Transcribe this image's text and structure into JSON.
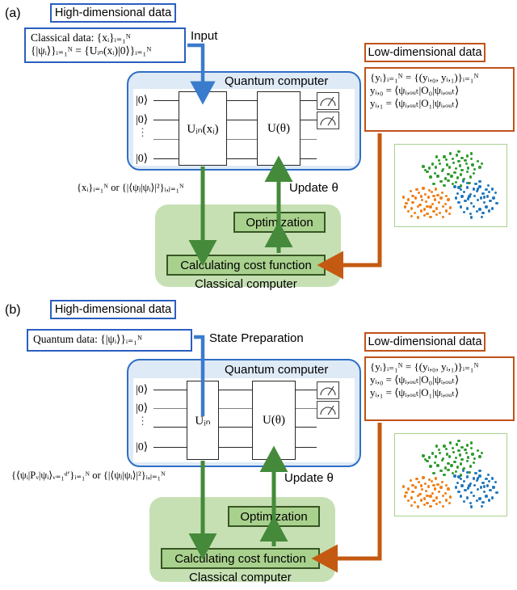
{
  "colors": {
    "blue_outline": "#2a5fbf",
    "blue_panel_fill": "#dfeaf7",
    "blue_arrow": "#3a7ccc",
    "orange_outline": "#c0531a",
    "orange_arrow": "#c45a11",
    "green_dark": "#375623",
    "green_box": "#a9d18e",
    "green_panel": "#c6e0b4",
    "green_arrow": "#448a3a",
    "cluster_green": "#2e9b2e",
    "cluster_orange": "#f07f16",
    "cluster_blue": "#2277bb",
    "wire": "#262626"
  },
  "panels": [
    {
      "tag": "(a)",
      "high_dim_label": "High-dimensional data",
      "data_box_line1": "Classical data: {xᵢ}ᵢ₌₁ᴺ",
      "data_box_line2": "{|ψᵢ⟩}ᵢ₌₁ᴺ = {Uᵢₙ(xᵢ)|0⟩}ᵢ₌₁ᴺ",
      "input_label": "Input",
      "quantum_title": "Quantum computer",
      "gate_in": "Uᵢₙ(xᵢ)",
      "gate_var": "U(θ)",
      "kets": [
        "|0⟩",
        "|0⟩",
        "|0⟩"
      ],
      "feedback_formula": "{xᵢ}ᵢ₌₁ᴺ or {|⟨ψⱼ|ψᵢ⟩|²}ᵢ,ⱼ₌₁ᴺ",
      "update_label": "Update θ",
      "optimization_label": "Optimization",
      "cost_label": "Calculating cost function",
      "classical_title": "Classical computer",
      "low_dim_label": "Low-dimensional data",
      "out_line1": "{yᵢ}ᵢ₌₁ᴺ = {(yᵢ,₀, yᵢ,₁)}ᵢ₌₁ᴺ",
      "out_line2": "yᵢ,₀ = ⟨ψᵢ,ₒᵤₜ|O₀|ψᵢ,ₒᵤₜ⟩",
      "out_line3": "yᵢ,₁ = ⟨ψᵢ,ₒᵤₜ|O₁|ψᵢ,ₒᵤₜ⟩"
    },
    {
      "tag": "(b)",
      "high_dim_label": "High-dimensional data",
      "data_box_line1": "Quantum data: {|ψᵢ⟩}ᵢ₌₁ᴺ",
      "data_box_line2": "",
      "input_label": "State Preparation",
      "quantum_title": "Quantum computer",
      "gate_in": "Uᵢₙ",
      "gate_var": "U(θ)",
      "kets": [
        "|0⟩",
        "|0⟩",
        "|0⟩"
      ],
      "feedback_formula": "{⟨ψᵢ|Pᵥ|ψᵢ⟩ᵥ₌₁ᵈ′}ᵢ₌₁ᴺ or {|⟨ψⱼ|ψᵢ⟩|²}ᵢ,ⱼ₌₁ᴺ",
      "update_label": "Update θ",
      "optimization_label": "Optimization",
      "cost_label": "Calculating cost function",
      "classical_title": "Classical computer",
      "low_dim_label": "Low-dimensional data",
      "out_line1": "{yᵢ}ᵢ₌₁ᴺ = {(yᵢ,₀, yᵢ,₁)}ᵢ₌₁ᴺ",
      "out_line2": "yᵢ,₀ = ⟨ψᵢ,ₒᵤₜ|O₀|ψᵢ,ₒᵤₜ⟩",
      "out_line3": "yᵢ,₁ = ⟨ψᵢ,ₒᵤₜ|O₁|ψᵢ,ₒᵤₜ⟩"
    }
  ],
  "chart_data": {
    "type": "scatter",
    "title": "",
    "xlabel": "",
    "ylabel": "",
    "grid": false,
    "legend": "none",
    "xlim": [
      0,
      100
    ],
    "ylim": [
      0,
      100
    ],
    "series": [
      {
        "name": "cluster-green",
        "color": "#2e9b2e",
        "points": [
          [
            44,
            88
          ],
          [
            50,
            92
          ],
          [
            56,
            90
          ],
          [
            61,
            86
          ],
          [
            66,
            89
          ],
          [
            39,
            83
          ],
          [
            46,
            84
          ],
          [
            52,
            85
          ],
          [
            58,
            82
          ],
          [
            64,
            83
          ],
          [
            70,
            85
          ],
          [
            33,
            78
          ],
          [
            40,
            79
          ],
          [
            47,
            77
          ],
          [
            53,
            80
          ],
          [
            59,
            76
          ],
          [
            65,
            79
          ],
          [
            71,
            77
          ],
          [
            76,
            82
          ],
          [
            30,
            73
          ],
          [
            36,
            74
          ],
          [
            43,
            71
          ],
          [
            49,
            74
          ],
          [
            55,
            72
          ],
          [
            61,
            70
          ],
          [
            67,
            73
          ],
          [
            73,
            71
          ],
          [
            28,
            68
          ],
          [
            35,
            66
          ],
          [
            42,
            69
          ],
          [
            48,
            65
          ],
          [
            54,
            67
          ],
          [
            60,
            64
          ],
          [
            66,
            68
          ],
          [
            72,
            66
          ],
          [
            31,
            61
          ],
          [
            38,
            62
          ],
          [
            45,
            59
          ],
          [
            51,
            62
          ],
          [
            57,
            60
          ],
          [
            63,
            58
          ],
          [
            69,
            61
          ],
          [
            41,
            55
          ],
          [
            48,
            56
          ],
          [
            55,
            54
          ],
          [
            62,
            57
          ],
          [
            34,
            52
          ],
          [
            44,
            50
          ],
          [
            52,
            52
          ],
          [
            60,
            49
          ],
          [
            68,
            53
          ],
          [
            26,
            70
          ],
          [
            24,
            75
          ],
          [
            78,
            74
          ],
          [
            80,
            79
          ],
          [
            37,
            88
          ],
          [
            70,
            92
          ],
          [
            58,
            95
          ]
        ]
      },
      {
        "name": "cluster-orange",
        "color": "#f07f16",
        "points": [
          [
            14,
            36
          ],
          [
            20,
            40
          ],
          [
            26,
            38
          ],
          [
            32,
            41
          ],
          [
            38,
            37
          ],
          [
            10,
            31
          ],
          [
            17,
            33
          ],
          [
            23,
            30
          ],
          [
            29,
            34
          ],
          [
            35,
            31
          ],
          [
            41,
            33
          ],
          [
            8,
            26
          ],
          [
            14,
            27
          ],
          [
            21,
            24
          ],
          [
            27,
            28
          ],
          [
            33,
            25
          ],
          [
            39,
            27
          ],
          [
            45,
            25
          ],
          [
            7,
            21
          ],
          [
            13,
            19
          ],
          [
            19,
            22
          ],
          [
            25,
            18
          ],
          [
            31,
            21
          ],
          [
            37,
            19
          ],
          [
            43,
            22
          ],
          [
            10,
            15
          ],
          [
            16,
            13
          ],
          [
            22,
            16
          ],
          [
            28,
            12
          ],
          [
            34,
            15
          ],
          [
            40,
            13
          ],
          [
            46,
            16
          ],
          [
            13,
            9
          ],
          [
            19,
            7
          ],
          [
            25,
            10
          ],
          [
            31,
            8
          ],
          [
            37,
            11
          ],
          [
            43,
            8
          ],
          [
            49,
            12
          ],
          [
            18,
            44
          ],
          [
            24,
            46
          ],
          [
            30,
            43
          ],
          [
            12,
            42
          ],
          [
            36,
            45
          ],
          [
            48,
            31
          ],
          [
            50,
            20
          ],
          [
            5,
            34
          ],
          [
            42,
            40
          ],
          [
            46,
            36
          ],
          [
            22,
            35
          ],
          [
            28,
            22
          ],
          [
            34,
            36
          ]
        ]
      },
      {
        "name": "cluster-blue",
        "color": "#2277bb",
        "points": [
          [
            60,
            44
          ],
          [
            66,
            47
          ],
          [
            72,
            45
          ],
          [
            78,
            48
          ],
          [
            84,
            44
          ],
          [
            57,
            39
          ],
          [
            63,
            41
          ],
          [
            69,
            38
          ],
          [
            75,
            42
          ],
          [
            81,
            39
          ],
          [
            87,
            41
          ],
          [
            55,
            33
          ],
          [
            61,
            35
          ],
          [
            67,
            32
          ],
          [
            73,
            36
          ],
          [
            79,
            33
          ],
          [
            85,
            35
          ],
          [
            91,
            33
          ],
          [
            58,
            27
          ],
          [
            64,
            29
          ],
          [
            70,
            26
          ],
          [
            76,
            30
          ],
          [
            82,
            27
          ],
          [
            88,
            29
          ],
          [
            60,
            21
          ],
          [
            66,
            19
          ],
          [
            72,
            22
          ],
          [
            78,
            18
          ],
          [
            84,
            21
          ],
          [
            90,
            19
          ],
          [
            63,
            14
          ],
          [
            69,
            12
          ],
          [
            75,
            15
          ],
          [
            81,
            13
          ],
          [
            87,
            16
          ],
          [
            70,
            7
          ],
          [
            80,
            8
          ],
          [
            93,
            40
          ],
          [
            94,
            26
          ],
          [
            54,
            48
          ],
          [
            86,
            50
          ],
          [
            74,
            52
          ],
          [
            66,
            53
          ],
          [
            62,
            55
          ],
          [
            76,
            45
          ],
          [
            68,
            35
          ],
          [
            82,
            34
          ],
          [
            58,
            47
          ],
          [
            90,
            45
          ],
          [
            78,
            55
          ]
        ]
      }
    ]
  }
}
